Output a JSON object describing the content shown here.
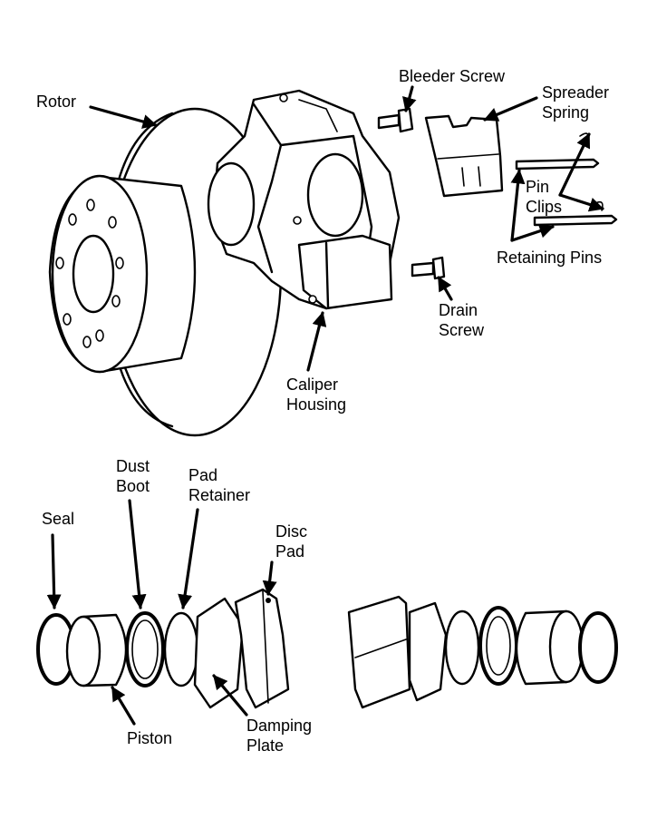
{
  "labels": {
    "rotor": "Rotor",
    "bleeder_screw": "Bleeder Screw",
    "spreader_spring": [
      "Spreader",
      "Spring"
    ],
    "pin_clips": [
      "Pin",
      "Clips"
    ],
    "retaining_pins": "Retaining Pins",
    "drain_screw": [
      "Drain",
      "Screw"
    ],
    "caliper_housing": [
      "Caliper",
      "Housing"
    ],
    "seal": "Seal",
    "dust_boot": [
      "Dust",
      "Boot"
    ],
    "pad_retainer": [
      "Pad",
      "Retainer"
    ],
    "disc_pad": [
      "Disc",
      "Pad"
    ],
    "piston": "Piston",
    "damping_plate": [
      "Damping",
      "Plate"
    ]
  }
}
